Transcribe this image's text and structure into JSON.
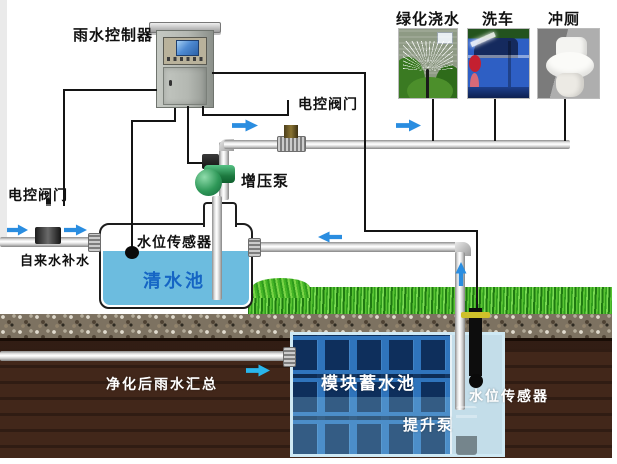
{
  "title": "雨水控制器",
  "usage": {
    "items": [
      {
        "label": "绿化浇水"
      },
      {
        "label": "洗车"
      },
      {
        "label": "冲厕"
      }
    ]
  },
  "components": {
    "valve_top": "电控阀门",
    "valve_left": "电控阀门",
    "booster_pump": "增压泵",
    "tap_water_supply": "自来水补水",
    "clean_tank_sensor": "水位传感器",
    "clean_tank": "清水池",
    "purified_inflow": "净化后雨水汇总",
    "module_tank": "模块蓄水池",
    "lift_pump": "提升泵",
    "module_tank_sensor": "水位传感器"
  },
  "colors": {
    "flow_arrow": "#2a8de0",
    "flow_arrow_bright": "#29b6ec",
    "water": "#6cbcdf",
    "clean_tank_label": "#1565c4",
    "module_tank_base": "#2f74bc",
    "module_brick": "#0e2f5c",
    "gravel": "#7d7261",
    "soil": "#42271a",
    "grass": "#3da52a",
    "wire": "#141414",
    "pipe": "#c9c9c9",
    "float_collar_yellow": "#cfc02a"
  }
}
